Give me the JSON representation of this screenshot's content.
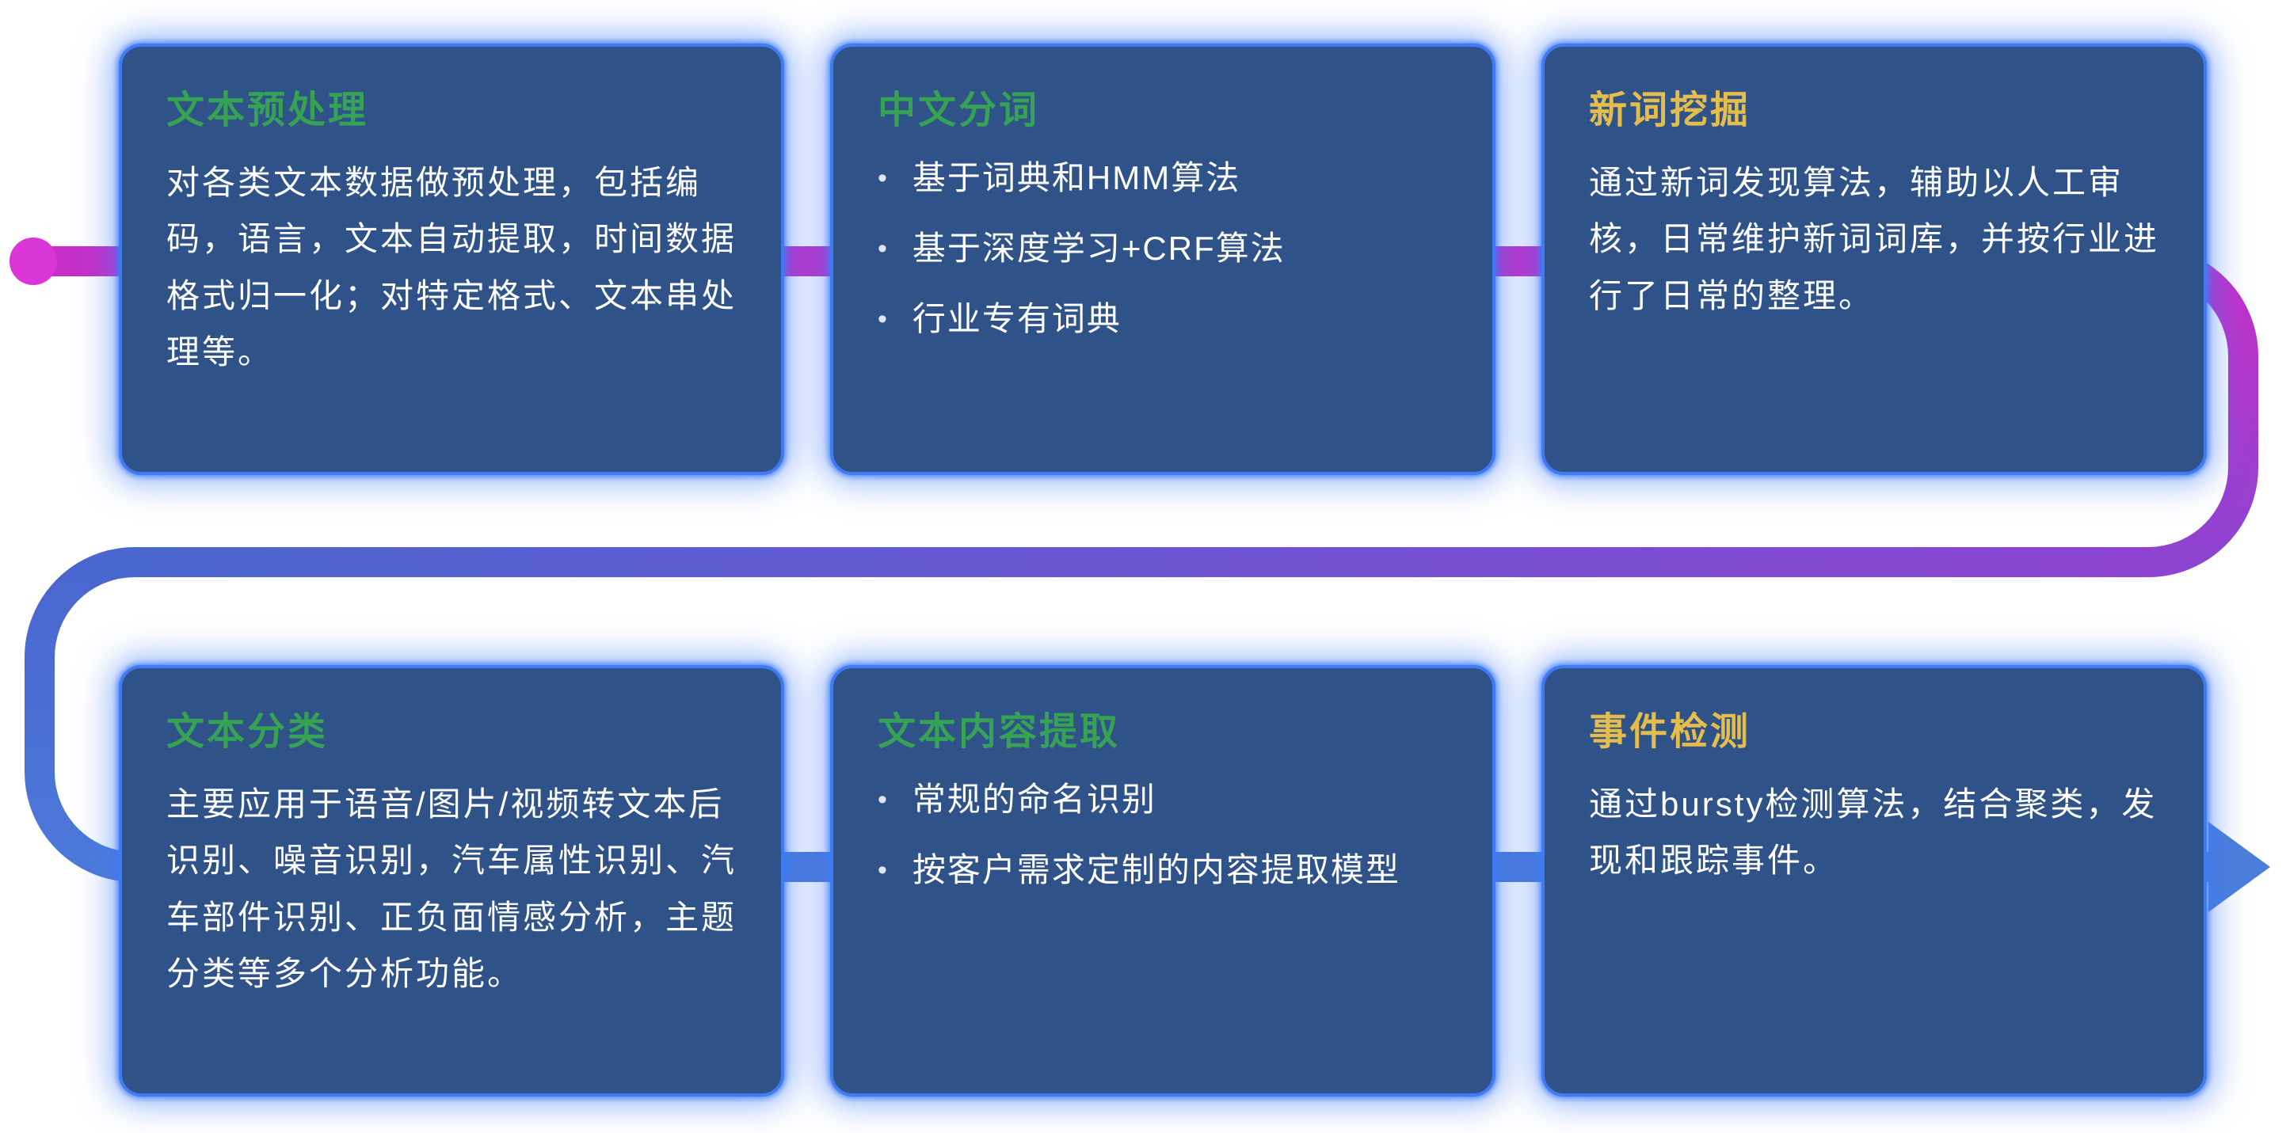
{
  "cards": [
    {
      "title": "文本预处理",
      "title_color": "#36a254",
      "body": "对各类文本数据做预处理，包括编码，语言，文本自动提取，时间数据格式归一化；对特定格式、文本串处理等。"
    },
    {
      "title": "中文分词",
      "title_color": "#36a254",
      "bullets": [
        "基于词典和HMM算法",
        "基于深度学习+CRF算法",
        "行业专有词典"
      ]
    },
    {
      "title": "新词挖掘",
      "title_color": "#e5bd4d",
      "body": "通过新词发现算法，辅助以人工审核，日常维护新词词库，并按行业进行了日常的整理。"
    },
    {
      "title": "文本分类",
      "title_color": "#36a254",
      "body": "主要应用于语音/图片/视频转文本后识别、噪音识别，汽车属性识别、汽车部件识别、正负面情感分析，主题分类等多个分析功能。"
    },
    {
      "title": "文本内容提取",
      "title_color": "#36a254",
      "bullets": [
        "常规的命名识别",
        "按客户需求定制的内容提取模型"
      ]
    },
    {
      "title": "事件检测",
      "title_color": "#e5bd4d",
      "body": "通过bursty检测算法，结合聚类，发现和跟踪事件。"
    }
  ],
  "connector": {
    "dot_color": "#d935d7",
    "segment_row1_color": "#c52fc7",
    "segment_purple_color": "#8d44d1",
    "segment_blue_color": "#4a66cf",
    "segment_row2_color": "#4b79d9",
    "arrow_color": "#4b7eda"
  },
  "card_style": {
    "background": "#2f5288",
    "glow": "#3f7cf3"
  }
}
